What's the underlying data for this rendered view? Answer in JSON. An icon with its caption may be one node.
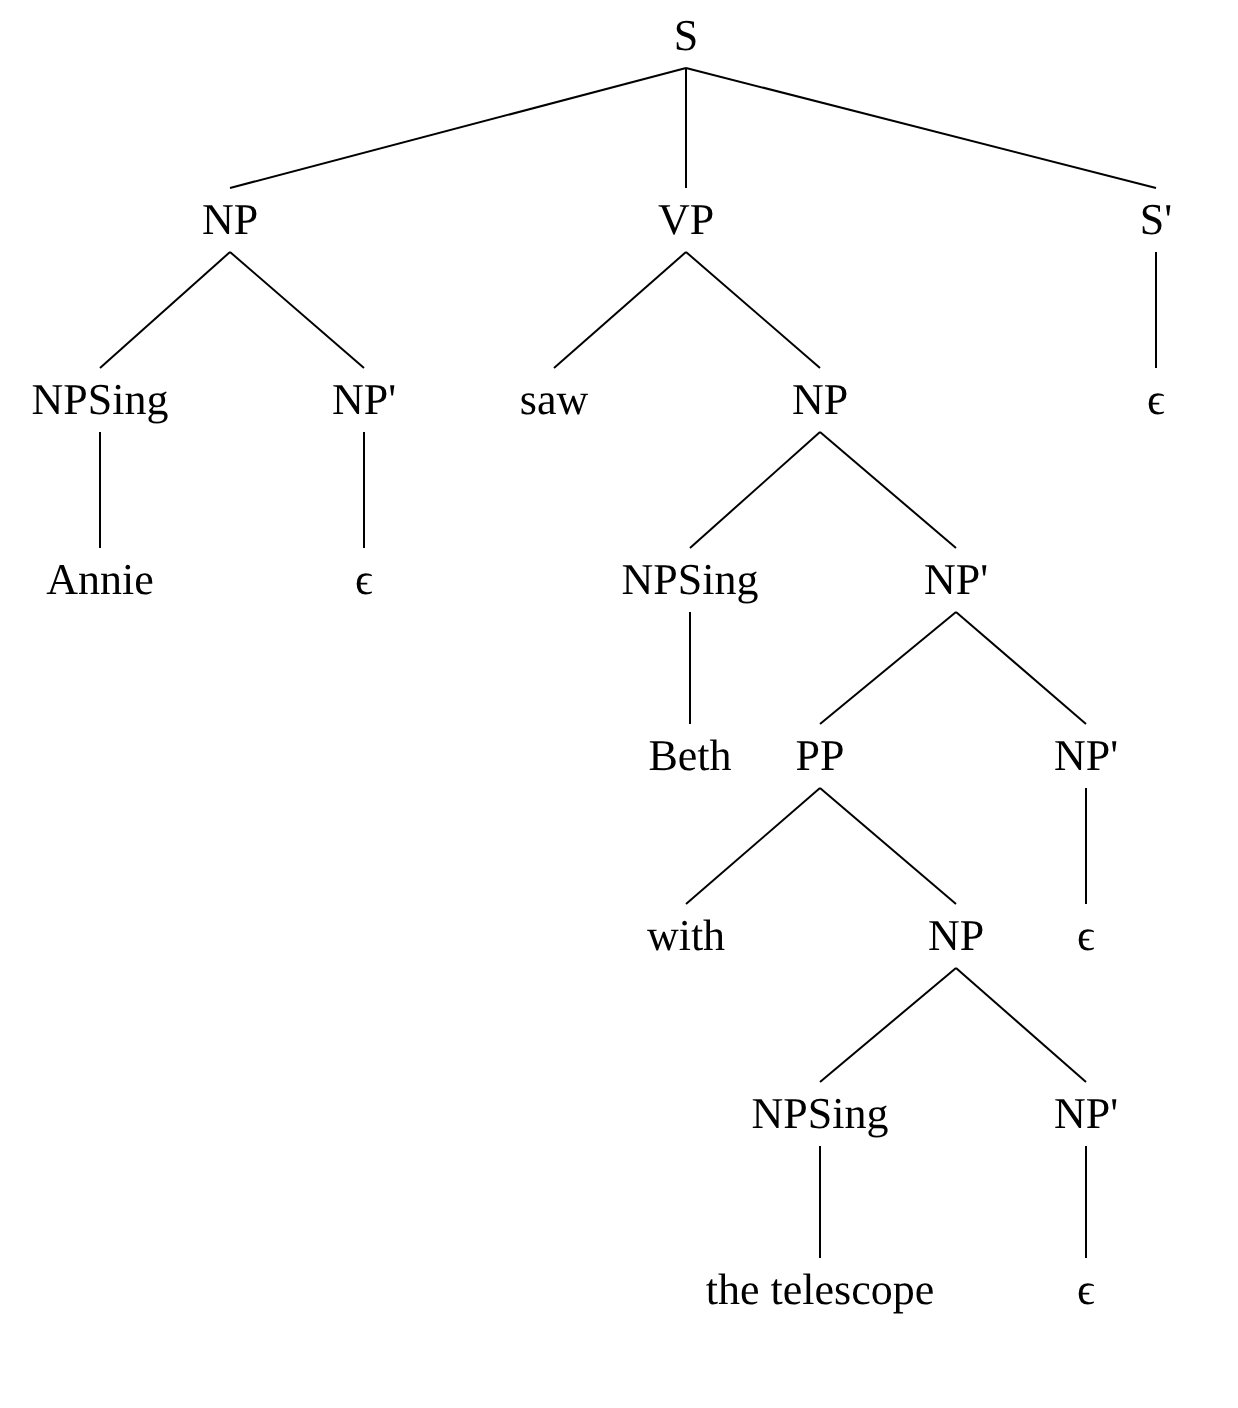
{
  "diagram": {
    "nodes": [
      {
        "text": [
          "S"
        ]
      },
      {
        "text": [
          "NP"
        ]
      },
      {
        "text": [
          "VP"
        ]
      },
      {
        "text": [
          "S'"
        ]
      },
      {
        "text": [
          "NPSing"
        ]
      },
      {
        "text": [
          "NP'"
        ]
      },
      {
        "text": [
          "saw"
        ]
      },
      {
        "text": [
          "NP"
        ]
      },
      {
        "text": [
          "ϵ"
        ]
      },
      {
        "text": [
          "Annie"
        ]
      },
      {
        "text": [
          "ϵ"
        ]
      },
      {
        "text": [
          "NPSing"
        ]
      },
      {
        "text": [
          "NP'"
        ]
      },
      {
        "text": [
          "Beth"
        ]
      },
      {
        "text": [
          "PP"
        ]
      },
      {
        "text": [
          "NP'"
        ]
      },
      {
        "text": [
          "with"
        ]
      },
      {
        "text": [
          "NP"
        ]
      },
      {
        "text": [
          "ϵ"
        ]
      },
      {
        "text": [
          "NPSing"
        ]
      },
      {
        "text": [
          "NP'"
        ]
      },
      {
        "text": [
          "the telescope"
        ]
      },
      {
        "text": [
          "ϵ"
        ]
      }
    ],
    "edges": [
      {
        "from": 0,
        "to": 1,
        "arrow": "none"
      },
      {
        "from": 0,
        "to": 2,
        "arrow": "none"
      },
      {
        "from": 0,
        "to": 3,
        "arrow": "none"
      },
      {
        "from": 1,
        "to": 4,
        "arrow": "none"
      },
      {
        "from": 1,
        "to": 5,
        "arrow": "none"
      },
      {
        "from": 2,
        "to": 6,
        "arrow": "none"
      },
      {
        "from": 2,
        "to": 7,
        "arrow": "none"
      },
      {
        "from": 3,
        "to": 8,
        "arrow": "none"
      },
      {
        "from": 4,
        "to": 9,
        "arrow": "none"
      },
      {
        "from": 5,
        "to": 10,
        "arrow": "none"
      },
      {
        "from": 7,
        "to": 11,
        "arrow": "none"
      },
      {
        "from": 7,
        "to": 12,
        "arrow": "none"
      },
      {
        "from": 11,
        "to": 13,
        "arrow": "none"
      },
      {
        "from": 12,
        "to": 14,
        "arrow": "none"
      },
      {
        "from": 12,
        "to": 15,
        "arrow": "none"
      },
      {
        "from": 14,
        "to": 16,
        "arrow": "none"
      },
      {
        "from": 14,
        "to": 17,
        "arrow": "none"
      },
      {
        "from": 15,
        "to": 18,
        "arrow": "none"
      },
      {
        "from": 17,
        "to": 19,
        "arrow": "none"
      },
      {
        "from": 17,
        "to": 20,
        "arrow": "none"
      },
      {
        "from": 19,
        "to": 21,
        "arrow": "none"
      },
      {
        "from": 20,
        "to": 22,
        "arrow": "none"
      }
    ]
  }
}
